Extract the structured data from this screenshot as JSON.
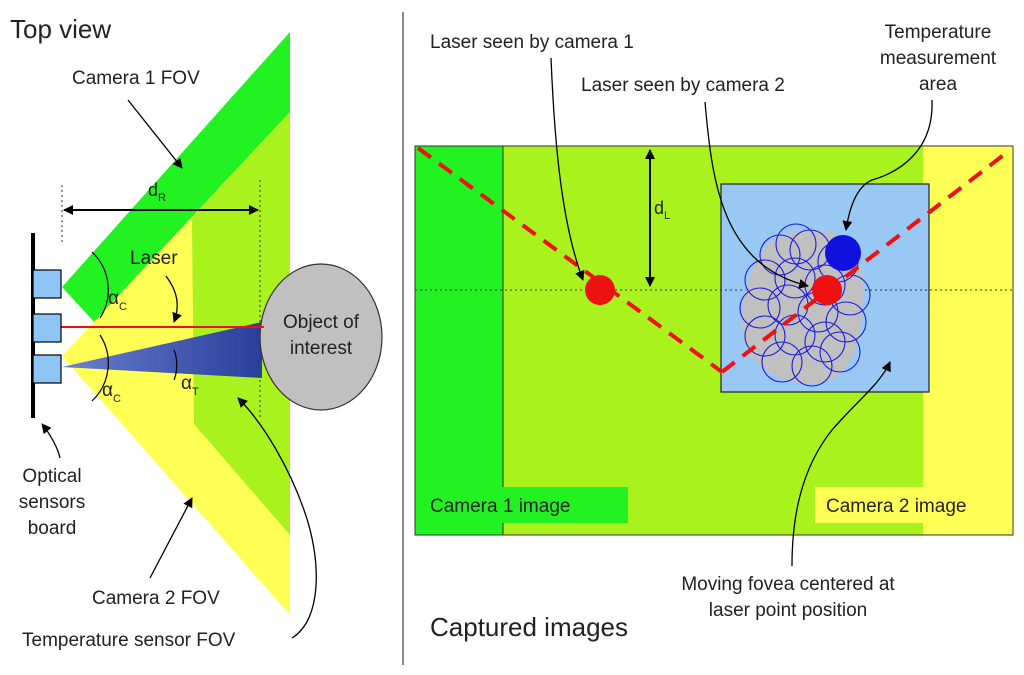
{
  "left_panel": {
    "title": "Top view",
    "camera1_fov": "Camera 1 FOV",
    "camera2_fov": "Camera 2 FOV",
    "temp_sensor_fov": "Temperature sensor FOV",
    "laser": "Laser",
    "object_line1": "Object of",
    "object_line2": "interest",
    "board_line1": "Optical",
    "board_line2": "sensors",
    "board_line3": "board",
    "d_r": {
      "main": "d",
      "sub": "R"
    },
    "alpha_c_top": {
      "main": "α",
      "sub": "C"
    },
    "alpha_c_bottom": {
      "main": "α",
      "sub": "C"
    },
    "alpha_t": {
      "main": "α",
      "sub": "T"
    }
  },
  "right_panel": {
    "title": "Captured images",
    "laser_cam1": "Laser seen by camera 1",
    "laser_cam2": "Laser seen by camera 2",
    "temp_area_line1": "Temperature",
    "temp_area_line2": "measurement",
    "temp_area_line3": "area",
    "camera1_image": "Camera 1 image",
    "camera2_image": "Camera 2 image",
    "fovea_line1": "Moving fovea centered at",
    "fovea_line2": "laser point position",
    "d_l": {
      "main": "d",
      "sub": "L"
    }
  },
  "colors": {
    "camera1_green": "#22f222",
    "camera2_yellow": "#ffff55",
    "overlap_green": "#aaf21e",
    "fovea_blue": "#99c8f5",
    "laser_red": "#ee1111",
    "temp_blue": "#1111dd",
    "object_gray": "#c0c0c0"
  }
}
